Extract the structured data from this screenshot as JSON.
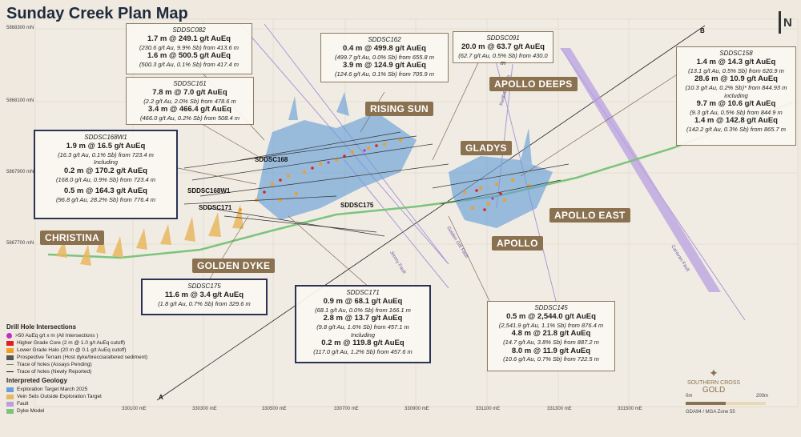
{
  "title": "Sunday Creek Plan Map",
  "north_arrow": "N",
  "northings": [
    "5868300 mN",
    "5868100 mN",
    "5867900 mN",
    "5867700 mN"
  ],
  "eastings": [
    "330100 mE",
    "330300 mE",
    "330500 mE",
    "330700 mE",
    "330900 mE",
    "331100 mE",
    "331300 mE",
    "331500 mE"
  ],
  "section_labels": {
    "a": "A",
    "b": "B"
  },
  "prospects": {
    "rising_sun": "RISING SUN",
    "apollo_deeps": "APOLLO DEEPS",
    "gladys": "GLADYS",
    "apollo_east": "APOLLO EAST",
    "apollo": "APOLLO",
    "christina": "CHRISTINA",
    "golden_dyke": "GOLDEN DYKE"
  },
  "hole_labels": {
    "sddsc168": "SDDSC168",
    "sddsc168w1": "SDDSC168W1",
    "sddsc171": "SDDSC171",
    "sddsc175": "SDDSC175"
  },
  "faults": {
    "redbank": "Redbank Fault",
    "golden_gift": "Golden Gift Fault",
    "jimmys": "Jimmy Fault",
    "apollo_fault": "Caravan Fault"
  },
  "callouts": {
    "sddsc082": {
      "hole": "SDDSC082",
      "l1": "1.7 m @ 249.1 g/t AuEq",
      "s1": "(230.6 g/t Au, 9.9% Sb) from 413.6 m",
      "l2": "1.6 m @ 500.5 g/t AuEq",
      "s2": "(500.3 g/t Au, 0.1% Sb) from 417.4 m"
    },
    "sddsc161": {
      "hole": "SDDSC161",
      "l1": "7.8 m @ 7.0 g/t AuEq",
      "s1": "(2.2 g/t Au, 2.0% Sb) from 478.6 m",
      "l2": "3.4 m @ 466.4 g/t AuEq",
      "s2": "(466.0 g/t Au, 0.2% Sb) from 508.4 m"
    },
    "sddsc162": {
      "hole": "SDDSC162",
      "l1": "0.4 m @ 499.8 g/t AuEq",
      "s1": "(499.7 g/t Au, 0.0% Sb) from 655.8 m",
      "l2": "3.9 m @ 124.9 g/t AuEq",
      "s2": "(124.6 g/t Au, 0.1% Sb) from 705.9 m"
    },
    "sddsc091": {
      "hole": "SDDSC091",
      "l1": "20.0 m @ 63.7 g/t AuEq",
      "s1": "(62.7 g/t Au, 0.5% Sb) from 430.0 m"
    },
    "sddsc158": {
      "hole": "SDDSC158",
      "l1": "1.4 m @ 14.3 g/t AuEq",
      "s1": "(13.1 g/t Au, 0.5% Sb) from 620.9 m",
      "l2": "28.6 m @ 10.9 g/t AuEq",
      "s2": "(10.3 g/t Au, 0.2% Sb)* from 844.93 m",
      "inc": "including",
      "l3": "9.7 m @ 10.6 g/t AuEq",
      "s3": "(9.3 g/t Au, 0.5% Sb) from 844.9 m",
      "l4": "1.4 m @ 142.8 g/t AuEq",
      "s4": "(142.2 g/t Au, 0.3% Sb) from 865.7 m"
    },
    "sddsc168w1": {
      "hole": "SDDSC168W1",
      "l1": "1.9 m @ 16.5 g/t AuEq",
      "s1": "(16.3 g/t Au, 0.1% Sb) from 723.4 m",
      "inc": "Including",
      "l2": "0.2 m @ 170.2 g/t AuEq",
      "s2": "(168.0 g/t Au, 0.9% Sb) from 723.4 m",
      "l3": "0.5 m @ 164.3 g/t AuEq",
      "s3": "(96.8 g/t Au, 28.2% Sb) from 776.4 m"
    },
    "sddsc175": {
      "hole": "SDDSC175",
      "l1": "11.6 m @ 3.4 g/t AuEq",
      "s1": "(1.8 g/t Au, 0.7% Sb) from 329.6 m"
    },
    "sddsc171": {
      "hole": "SDDSC171",
      "l1": "0.9 m @ 68.1 g/t AuEq",
      "s1": "(68.1 g/t Au, 0.0% Sb) from 166.1 m",
      "l2": "2.8 m @ 13.7 g/t AuEq",
      "s2": "(9.8 g/t Au, 1.6% Sb) from 457.1 m",
      "inc": "Including",
      "l3": "0.2 m @ 119.8 g/t AuEq",
      "s3": "(117.0 g/t Au, 1.2% Sb) from 457.6 m"
    },
    "sddsc145": {
      "hole": "SDDSC145",
      "l1": "0.5 m @ 2,544.0 g/t AuEq",
      "s1": "(2,541.9 g/t Au, 1.1% Sb) from 876.4 m",
      "l2": "4.8 m @ 21.8 g/t AuEq",
      "s2": "(14.7 g/t Au, 3.8% Sb) from 887.2 m",
      "l3": "8.0 m @ 11.9 g/t AuEq",
      "s3": "(10.6 g/t Au, 0.7% Sb) from 722.5 m"
    }
  },
  "legend": {
    "drill_heading": "Drill Hole Intersections",
    "items": [
      {
        "label": ">50 AuEq g/t x m (All Intersections )",
        "color": "#c030c0"
      },
      {
        "label": "Higher Grade Core (2 m @ 1.0 g/t AuEq cutoff)",
        "color": "#e02020"
      },
      {
        "label": "Lower Grade Halo (20 m @ 0.1 g/t AuEq cutoff)",
        "color": "#f0a020"
      },
      {
        "label": "Prospective Terrain (Host dyke/breccia/altered sediment)",
        "color": "#555555"
      },
      {
        "label": "Trace of holes (Assays Pending)",
        "color": "#777777"
      },
      {
        "label": "Trace of holes (Newly Reported)",
        "color": "#111111"
      }
    ],
    "geo_heading": "Interpreted Geology",
    "geo_items": [
      {
        "label": "Exploration Target March 2025",
        "color": "#6aa0d8"
      },
      {
        "label": "Vein Sets Outside Exploration Target",
        "color": "#e8b860"
      },
      {
        "label": "Fault",
        "color": "#b8a0e0"
      },
      {
        "label": "Dyke Model",
        "color": "#7cc47c"
      }
    ]
  },
  "logo": {
    "line1": "SOUTHERN CROSS",
    "line2": "GOLD"
  },
  "scale": {
    "left": "0m",
    "right": "200m",
    "note": "GDA94 / MGA Zone 55"
  }
}
